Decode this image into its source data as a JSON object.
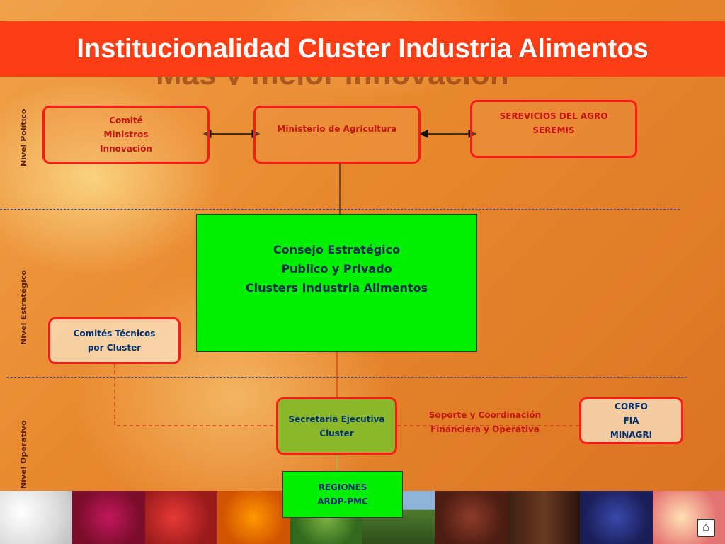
{
  "slide": {
    "title": "Institucionalidad Cluster Industria Alimentos",
    "background_title_fragment": "Más y mejor innovación"
  },
  "levels": {
    "politico": "Nivel Político",
    "estrategico": "Nivel Estratégico",
    "operativo": "Nivel Operativo"
  },
  "boxes": {
    "comite": [
      "Comité",
      "Ministros",
      "Innovación"
    ],
    "ministerio": [
      "Ministerio de Agricultura"
    ],
    "servicios": [
      "SEREVICIOS DEL AGRO",
      "SEREMIS"
    ],
    "consejo": [
      "Consejo Estratégico",
      "Publico y Privado",
      "Clusters Industria Alimentos"
    ],
    "comites_tecnicos": [
      "Comités Técnicos",
      "por Cluster"
    ],
    "secretaria": [
      "Secretaria Ejecutiva",
      "Cluster"
    ],
    "corfo": [
      "CORFO",
      "FIA",
      "MINAGRI"
    ],
    "regiones": [
      "REGIONES",
      "ARDP-PMC"
    ]
  },
  "support_label": [
    "Soporte y Coordinación",
    "Financiera y Operativa"
  ],
  "icons": {
    "home": "home-icon"
  },
  "colors": {
    "title_bar": "#ff3d14",
    "box_border": "#ff1a1a",
    "center_fill": "#00f000",
    "secretaria_fill": "#8bb82b",
    "dashed_line": "#3949c4"
  }
}
